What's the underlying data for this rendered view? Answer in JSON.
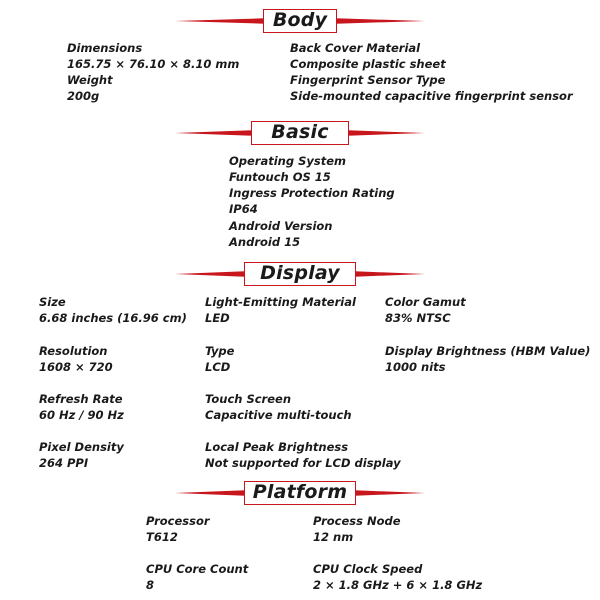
{
  "colors": {
    "accent": "#c8161d",
    "text": "#1a1a1a"
  },
  "sections": {
    "body": {
      "title": "Body",
      "specs": [
        {
          "label": "Dimensions",
          "value": "165.75 × 76.10 × 8.10 mm"
        },
        {
          "label": "Weight",
          "value": "200g"
        },
        {
          "label": "Back Cover Material",
          "value": "Composite plastic sheet"
        },
        {
          "label": "Fingerprint Sensor Type",
          "value": "Side-mounted capacitive fingerprint sensor"
        }
      ]
    },
    "basic": {
      "title": "Basic",
      "specs": [
        {
          "label": "Operating System",
          "value": "Funtouch OS 15"
        },
        {
          "label": "Ingress Protection Rating",
          "value": "IP64"
        },
        {
          "label": "Android Version",
          "value": "Android 15"
        }
      ]
    },
    "display": {
      "title": "Display",
      "specs": [
        {
          "label": "Size",
          "value": "6.68 inches (16.96 cm)"
        },
        {
          "label": "Resolution",
          "value": "1608 × 720"
        },
        {
          "label": "Refresh Rate",
          "value": "60 Hz / 90 Hz"
        },
        {
          "label": "Pixel Density",
          "value": "264 PPI"
        },
        {
          "label": "Light-Emitting Material",
          "value": "LED"
        },
        {
          "label": "Type",
          "value": "LCD"
        },
        {
          "label": "Touch Screen",
          "value": "Capacitive multi-touch"
        },
        {
          "label": "Local Peak Brightness",
          "value": "Not supported for LCD display"
        },
        {
          "label": "Color Gamut",
          "value": "83% NTSC"
        },
        {
          "label": "Display Brightness (HBM Value)",
          "value": "1000 nits"
        }
      ]
    },
    "platform": {
      "title": "Platform",
      "specs": [
        {
          "label": "Processor",
          "value": "T612"
        },
        {
          "label": "Process Node",
          "value": "12 nm"
        },
        {
          "label": "CPU Core Count",
          "value": "8"
        },
        {
          "label": "CPU Clock Speed",
          "value": "2 × 1.8 GHz + 6 × 1.8 GHz"
        }
      ]
    }
  }
}
